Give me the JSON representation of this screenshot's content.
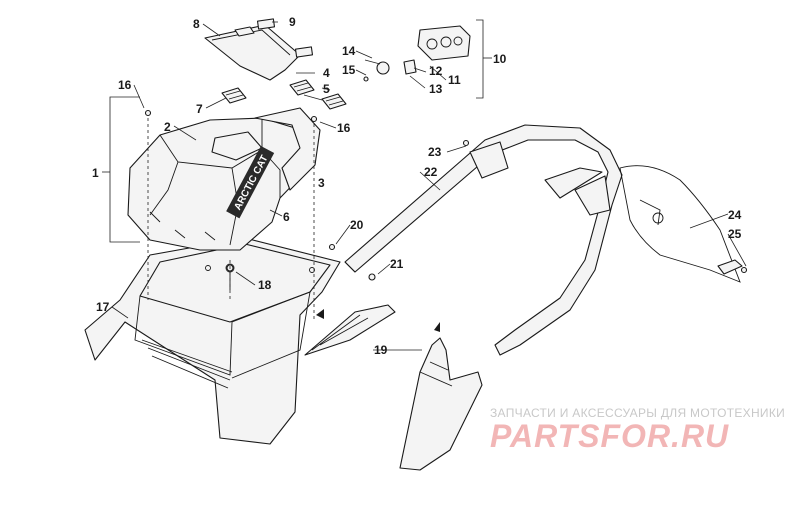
{
  "callouts": [
    {
      "id": "c1",
      "text": "1"
    },
    {
      "id": "c2",
      "text": "2"
    },
    {
      "id": "c3",
      "text": "3"
    },
    {
      "id": "c4",
      "text": "4"
    },
    {
      "id": "c5",
      "text": "5"
    },
    {
      "id": "c6",
      "text": "6"
    },
    {
      "id": "c7",
      "text": "7"
    },
    {
      "id": "c8",
      "text": "8"
    },
    {
      "id": "c9",
      "text": "9"
    },
    {
      "id": "c10",
      "text": "10"
    },
    {
      "id": "c11",
      "text": "11"
    },
    {
      "id": "c12",
      "text": "12"
    },
    {
      "id": "c13",
      "text": "13"
    },
    {
      "id": "c14",
      "text": "14"
    },
    {
      "id": "c15",
      "text": "15"
    },
    {
      "id": "c16a",
      "text": "16"
    },
    {
      "id": "c16b",
      "text": "16"
    },
    {
      "id": "c17",
      "text": "17"
    },
    {
      "id": "c18",
      "text": "18"
    },
    {
      "id": "c19",
      "text": "19"
    },
    {
      "id": "c20",
      "text": "20"
    },
    {
      "id": "c21",
      "text": "21"
    },
    {
      "id": "c22",
      "text": "22"
    },
    {
      "id": "c23",
      "text": "23"
    },
    {
      "id": "c24",
      "text": "24"
    },
    {
      "id": "c25",
      "text": "25"
    }
  ],
  "decal_text": "ARCTIC CAT",
  "watermark": {
    "subtitle": "ЗАПЧАСТИ И АКСЕССУАРЫ ДЛЯ МОТОТЕХНИКИ",
    "brand": "PARTSFOR.RU",
    "color": "#e88a8a"
  }
}
